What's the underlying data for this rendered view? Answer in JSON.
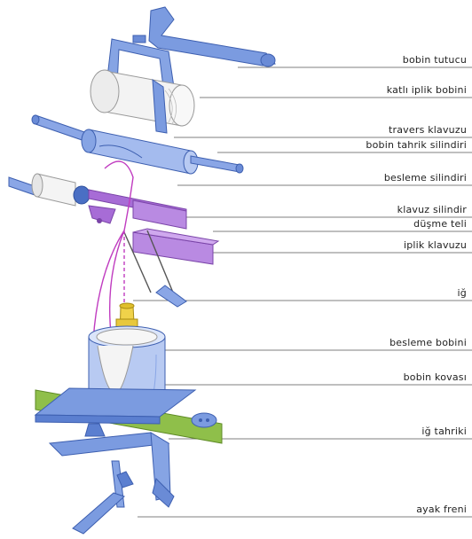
{
  "labels": {
    "bobin_tutucu": "bobin tutucu",
    "katli_iplik_bobini": "katlı iplik bobini",
    "travers_klavuzu": "travers klavuzu",
    "bobin_tahrik_silindiri": "bobin tahrik silindiri",
    "besleme_silindiri": "besleme silindiri",
    "klavuz_silindir": "klavuz silindir",
    "dusme_teli": "düşme teli",
    "iplik_klavuzu": "iplik klavuzu",
    "ig": "iğ",
    "besleme_bobini": "besleme bobini",
    "bobin_kovasi": "bobin kovası",
    "ig_tahriki": "iğ tahriki",
    "ayak_freni": "ayak freni"
  },
  "colors": {
    "frame_blue": "#7b9be0",
    "frame_blue_dark": "#4a6fc4",
    "yarn_magenta": "#c03cc0",
    "guide_purple": "#a76cd6",
    "belt_green": "#8fbf4a",
    "spindle_yellow": "#f0d24a",
    "bobbin_white": "#f6f6f6",
    "leader_line": "#555555"
  }
}
